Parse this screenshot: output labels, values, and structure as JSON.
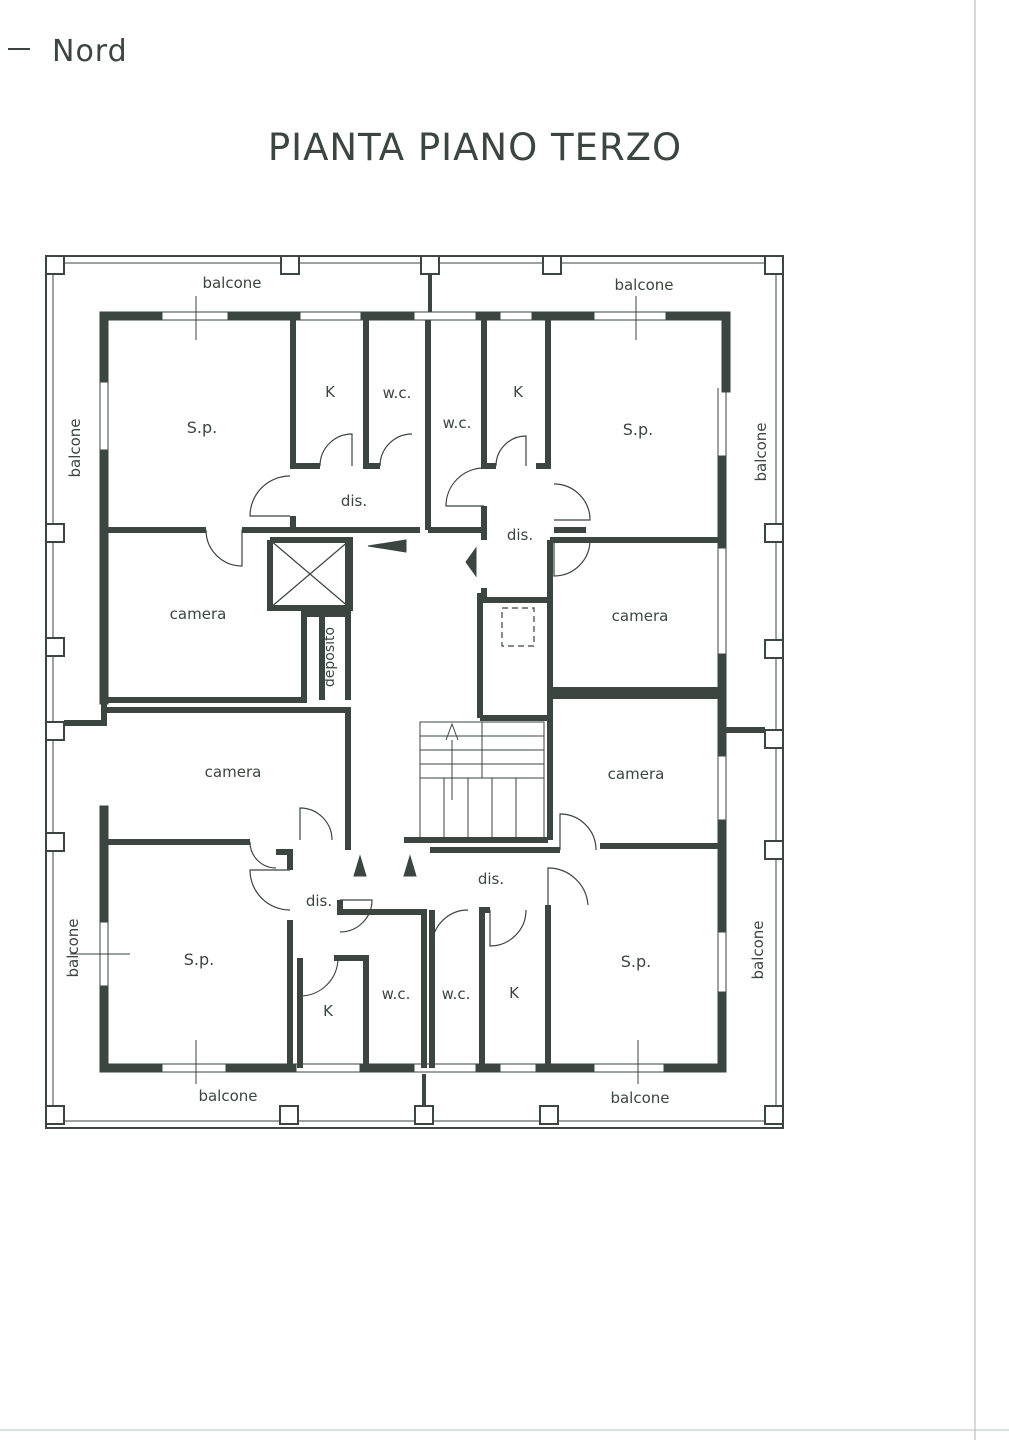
{
  "north_label": "Nord",
  "title": "PIANTA PIANO TERZO",
  "labels": {
    "balcone": "balcone",
    "sp": "S.p.",
    "camera": "camera",
    "kitchen": "K",
    "wc": "w.c.",
    "dis": "dis.",
    "deposito": "deposito"
  },
  "colors": {
    "ink": "#3a463f",
    "wall": "#3a463f",
    "paper": "#ffffff"
  }
}
